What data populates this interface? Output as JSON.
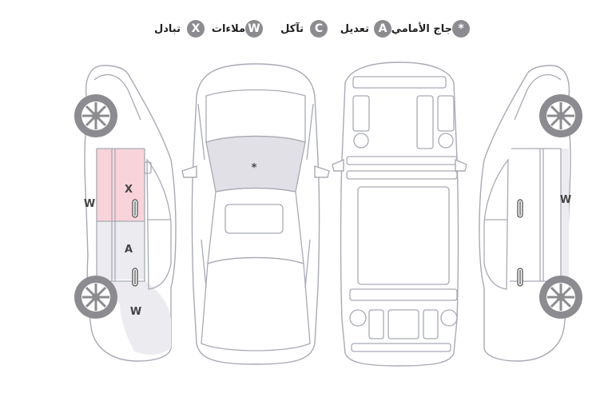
{
  "legend": [
    {
      "key": "front-glass",
      "symbol": "*",
      "label": "جاج الأمامي"
    },
    {
      "key": "modified",
      "symbol": "A",
      "label": "تعديل"
    },
    {
      "key": "worn",
      "symbol": "C",
      "label": "تآكل"
    },
    {
      "key": "scratches",
      "symbol": "W",
      "label": "ملاءات"
    },
    {
      "key": "replaced",
      "symbol": "X",
      "label": "تبادل"
    }
  ],
  "marks": {
    "roof": "*",
    "left_rear_door": "X",
    "left_front_door": "A",
    "left_front_fender": "W",
    "left_rear_quarter": "W",
    "right_rear_quarter": "W"
  },
  "colors": {
    "badge": "#8c8c90",
    "replaced_panel": "#f9d3da",
    "marked_panel": "#ececf0",
    "outline": "#a8aab4"
  }
}
